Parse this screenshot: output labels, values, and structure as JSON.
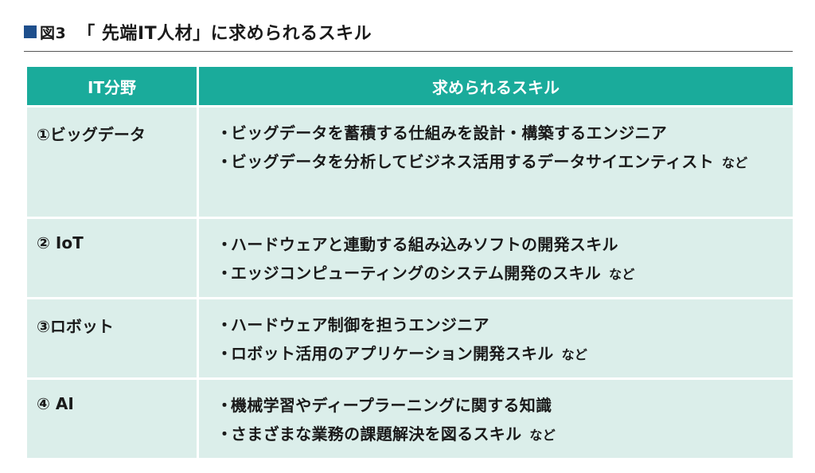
{
  "header": {
    "figure_label": "図3",
    "title": "「 先端IT人材」に求められるスキル"
  },
  "table": {
    "columns": [
      "IT分野",
      "求められるスキル"
    ],
    "bullet": "・",
    "suffix": "など",
    "rows": [
      {
        "field": "①ビッグデータ",
        "skills": [
          "ビッグデータを蓄積する仕組みを設計・構築するエンジニア",
          "ビッグデータを分析してビジネス活用するデータサイエンティスト"
        ]
      },
      {
        "field": "② IoT",
        "skills": [
          "ハードウェアと連動する組み込みソフトの開発スキル",
          "エッジコンピューティングのシステム開発のスキル"
        ]
      },
      {
        "field": "③ロボット",
        "skills": [
          "ハードウェア制御を担うエンジニア",
          "ロボット活用のアプリケーション開発スキル"
        ]
      },
      {
        "field": "④ AI",
        "skills": [
          "機械学習やディープラーニングに関する知識",
          "さまざまな業務の課題解決を図るスキル"
        ]
      }
    ]
  }
}
